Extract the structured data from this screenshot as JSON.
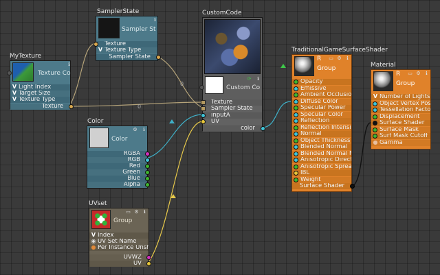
{
  "nodes": {
    "mytexture": {
      "title": "MyTexture",
      "header": "Texture Co",
      "rows": [
        "Light Index",
        "Target Size",
        "Texture Type"
      ],
      "output": "Texture"
    },
    "samplerstate": {
      "title": "SamplerState",
      "header": "Sampler St",
      "inputs": [
        "Texture",
        "Texture Type"
      ],
      "output": "Sampler State"
    },
    "customcode": {
      "title": "CustomCode",
      "header": "Custom Co",
      "inputs": [
        "Texture",
        "Sampler State",
        "inputA",
        "UV"
      ],
      "output": "color"
    },
    "color": {
      "title": "Color",
      "header": "Color",
      "outputs": [
        "RGBA",
        "RGB",
        "Red",
        "Green",
        "Blue",
        "Alpha"
      ]
    },
    "uvset": {
      "title": "UVset",
      "header": "Group",
      "rows": [
        "Index",
        "UV Set Name",
        "Per Instance Unshe"
      ],
      "outputs": [
        "UVWZ",
        "UV"
      ]
    },
    "tgss": {
      "title": "TraditionalGameSurfaceShader",
      "header": "Group",
      "header_r": "R",
      "inputs": [
        "Opacity",
        "Emissive",
        "Ambient Occlusion",
        "Diffuse Color",
        "Specular Power",
        "Specular Color",
        "Reflection",
        "Reflection Intensity",
        "Normal",
        "Object Thickness",
        "Blended Normal",
        "Blended Normal Ma",
        "Anisotropic Directio",
        "Anisotropic Spread",
        "IBL",
        "Weight"
      ],
      "output": "Surface Shader"
    },
    "material": {
      "title": "Material",
      "header": "Group",
      "header_r": "R",
      "inputs": [
        "Number of Lights",
        "Object Vertex Posit",
        "Tessellation Factor",
        "Displacement",
        "Surface Shader",
        "Surface Mask",
        "Surf Mask Cutoff",
        "Gamma"
      ]
    }
  },
  "wire_labels": [
    "0",
    "0"
  ],
  "colors": {
    "canvas": "#3a3a3a",
    "blue_node": "#4d7a8a",
    "blue_row": "#3e6878",
    "cc_row": "#5a5a5a",
    "uv_node": "#6b6455",
    "orange_node": "#e0822a",
    "orange_row": "#c8741f",
    "pin_green": "#3fb52f",
    "pin_cyan": "#3fc4d8",
    "pin_magenta": "#d42fc0",
    "pin_yellow": "#e8c73a",
    "pin_orange": "#d8a850"
  }
}
